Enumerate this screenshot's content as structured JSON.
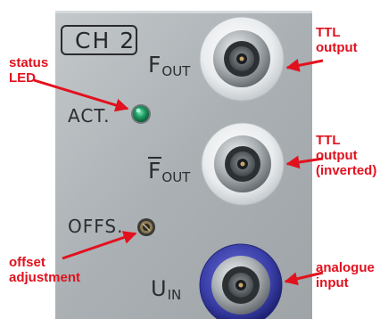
{
  "panel": {
    "channel_label": "CH 2",
    "fout_letter": "F",
    "fout_sub": "OUT",
    "fout_inv_letter": "F",
    "fout_inv_sub": "OUT",
    "act_label": "ACT.",
    "offs_label": "OFFS.",
    "uin_letter": "U",
    "uin_sub": "IN"
  },
  "annotations": {
    "status_led": [
      "status",
      "LED"
    ],
    "ttl_output": [
      "TTL",
      "output"
    ],
    "ttl_output_inverted": [
      "TTL",
      "output",
      "(inverted)"
    ],
    "offset_adjustment": [
      "offset",
      "adjustment"
    ],
    "analogue_input": [
      "analogue",
      "input"
    ]
  },
  "colors": {
    "annotation": "#e2111e",
    "panel": "#aeb4b7",
    "led": "#1f9a63",
    "analogue_ring": "#3a3fa8"
  },
  "icons": {
    "status_led": "green-led",
    "offset_trim": "trimmer-screw",
    "connectors": "lemo-socket"
  }
}
